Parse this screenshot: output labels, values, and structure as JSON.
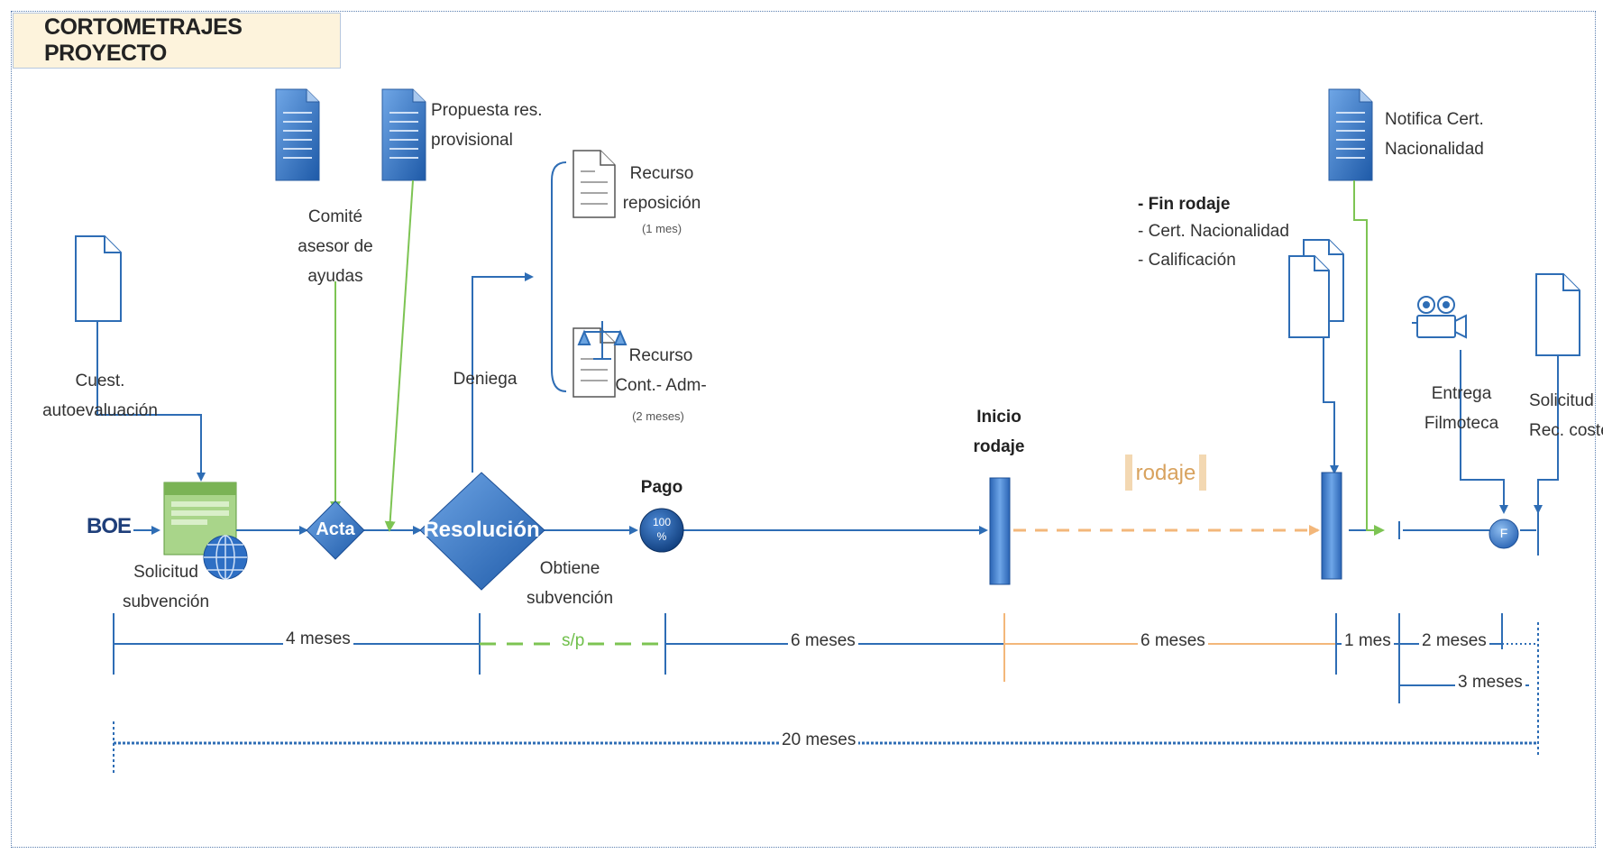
{
  "title": "CORTOMETRAJES PROYECTO",
  "nodes": {
    "boe": "BOE",
    "solicitud": [
      "Solicitud",
      "subvención"
    ],
    "cuestionario": [
      "Cuest.",
      "autoevaluación"
    ],
    "comite": [
      "Comité",
      "asesor de",
      "ayudas"
    ],
    "propuesta": [
      "Propuesta res.",
      "provisional"
    ],
    "acta": "Acta",
    "resolucion": "Resolución",
    "deniega": "Deniega",
    "recurso_reposicion": [
      "Recurso",
      "reposición"
    ],
    "recurso_reposicion_plazo": "(1 mes)",
    "recurso_contencioso": [
      "Recurso",
      "Cont.- Adm-"
    ],
    "recurso_contencioso_plazo": "(2 meses)",
    "obtiene": [
      "Obtiene",
      "subvención"
    ],
    "pago": "Pago",
    "pago_pct": [
      "100",
      "%"
    ],
    "inicio_rodaje": [
      "Inicio",
      "rodaje"
    ],
    "rodaje": "rodaje",
    "fin_rodaje": "- Fin rodaje",
    "cert_nacionalidad": "- Cert. Nacionalidad",
    "calificacion": "- Calificación",
    "notifica": [
      "Notifica Cert.",
      "Nacionalidad"
    ],
    "entrega": [
      "Entrega",
      "Filmoteca"
    ],
    "solicitud_coste": [
      "Solicitud",
      "Rec. coste"
    ],
    "f_marker": "F"
  },
  "durations": {
    "d1": "4 meses",
    "d2": "s/p",
    "d3": "6 meses",
    "d4": "6 meses",
    "d5": "1 mes",
    "d6": "2 meses",
    "d7": "3 meses",
    "total": "20 meses"
  },
  "colors": {
    "flow": "#2e6db5",
    "shape": "#2e6fc4",
    "green": "#7dc453",
    "orange": "#f3b77a"
  }
}
